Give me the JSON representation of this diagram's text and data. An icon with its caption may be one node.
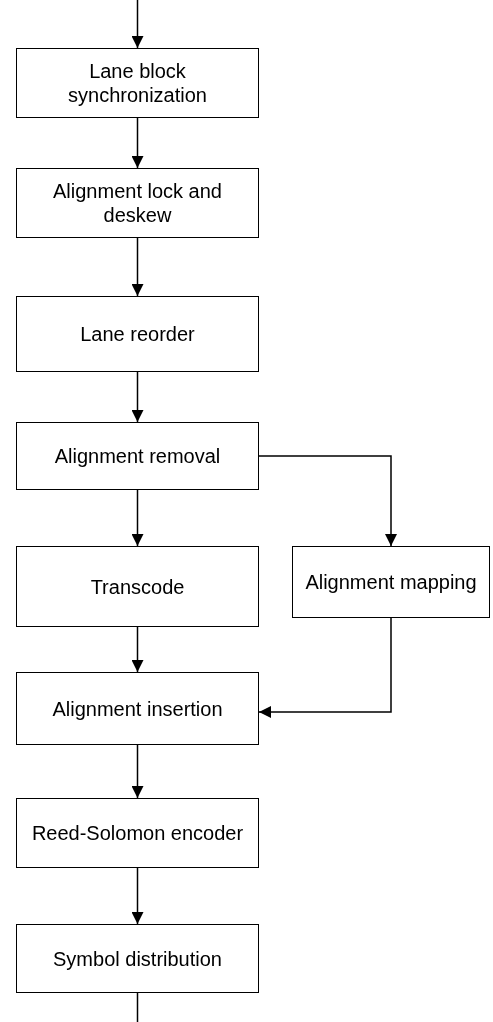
{
  "diagram": {
    "nodes": [
      {
        "text": [
          "Lane block synchronization"
        ]
      },
      {
        "text": [
          "Alignment lock and deskew"
        ]
      },
      {
        "text": [
          "Lane reorder"
        ]
      },
      {
        "text": [
          "Alignment removal"
        ]
      },
      {
        "text": [
          "Transcode"
        ]
      },
      {
        "text": [
          "Alignment mapping"
        ]
      },
      {
        "text": [
          "Alignment insertion"
        ]
      },
      {
        "text": [
          "Reed-Solomon encoder"
        ]
      },
      {
        "text": [
          "Symbol distribution"
        ]
      }
    ],
    "edges": [
      {
        "from": null,
        "to": 0,
        "arrow": "to"
      },
      {
        "from": 0,
        "to": 1,
        "arrow": "to"
      },
      {
        "from": 1,
        "to": 2,
        "arrow": "to"
      },
      {
        "from": 2,
        "to": 3,
        "arrow": "to"
      },
      {
        "from": 3,
        "to": 4,
        "arrow": "to"
      },
      {
        "from": 3,
        "to": 5,
        "arrow": "to"
      },
      {
        "from": 4,
        "to": 6,
        "arrow": "to"
      },
      {
        "from": 5,
        "to": 6,
        "arrow": "to"
      },
      {
        "from": 6,
        "to": 7,
        "arrow": "to"
      },
      {
        "from": 7,
        "to": 8,
        "arrow": "to"
      },
      {
        "from": 8,
        "to": null,
        "arrow": "none"
      }
    ]
  }
}
